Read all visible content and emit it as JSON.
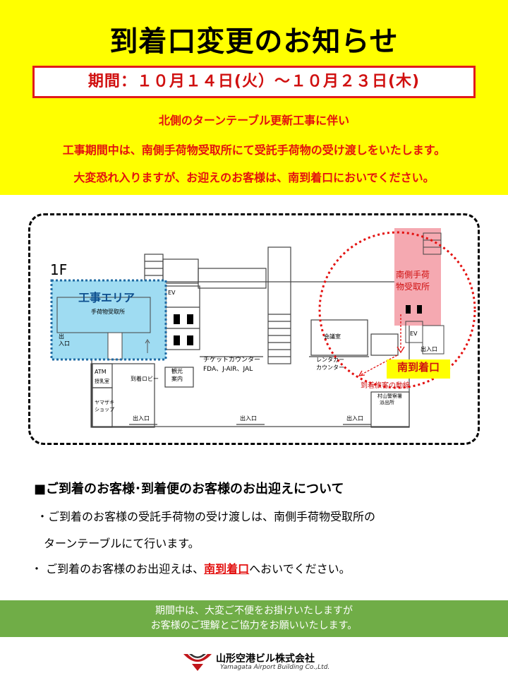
{
  "header": {
    "title": "到着口変更のお知らせ",
    "period": "期間：１０月１４日(火）～１０月２３日(木)",
    "notices": [
      "北側のターンテーブル更新工事に伴い",
      "工事期間中は、南側手荷物受取所にて受託手荷物の受け渡しをいたします。",
      "大変恐れ入りますが、お迎えのお客様は、南到着口においでください。"
    ]
  },
  "map": {
    "floor_label": "1F",
    "construction_area": "工事エリア",
    "north_baggage": "手荷物受取所",
    "south_baggage_line1": "南側手荷",
    "south_baggage_line2": "物受取所",
    "south_arrival": "南到着口",
    "arrival_route": "到着旅客の動線",
    "labels": {
      "ev": "EV",
      "ev2": "EV",
      "exit_left_1": "出",
      "exit_left_2": "入口",
      "atm": "ATM",
      "nursing": "授乳室",
      "lobby": "到着ロビー",
      "tourist_1": "観光",
      "tourist_2": "案内",
      "yamazaki_1": "ヤマザキ",
      "yamazaki_2": "ショップ",
      "ticket_1": "チケットカウンター",
      "ticket_2": "FDA、J-AIR、JAL",
      "meeting": "会議室",
      "rental_1": "レンタカー",
      "rental_2": "カウンター",
      "exit_bottom_1": "出入口",
      "exit_bottom_2": "出入口",
      "exit_bottom_3": "出入口",
      "exit_right": "出入口",
      "police_1": "村山警察署",
      "police_2": "派出所"
    }
  },
  "info": {
    "heading": "■ご到着のお客様･到着便のお客様のお出迎えについて",
    "line1": "・ご到着のお客様の受託手荷物の受け渡しは、南側手荷物受取所の",
    "line2": "ターンテーブルにて行います。",
    "line3_pre": "・ ご到着のお客様のお出迎えは、",
    "line3_hl": "南到着口",
    "line3_post": "へおいでください。"
  },
  "footer": {
    "line1": "期間中は、大変ご不便をお掛けいたしますが",
    "line2": "お客様のご理解とご協力をお願いいたします。"
  },
  "company": {
    "name": "山形空港ビル株式会社",
    "name_en": "Yamagata Airport Building Co.,Ltd."
  },
  "colors": {
    "header_bg": "#ffff00",
    "notice_red": "#e3100f",
    "construction_blue": "#92d8f2",
    "south_pink": "#f7a8b0",
    "footer_green": "#70ad47"
  }
}
